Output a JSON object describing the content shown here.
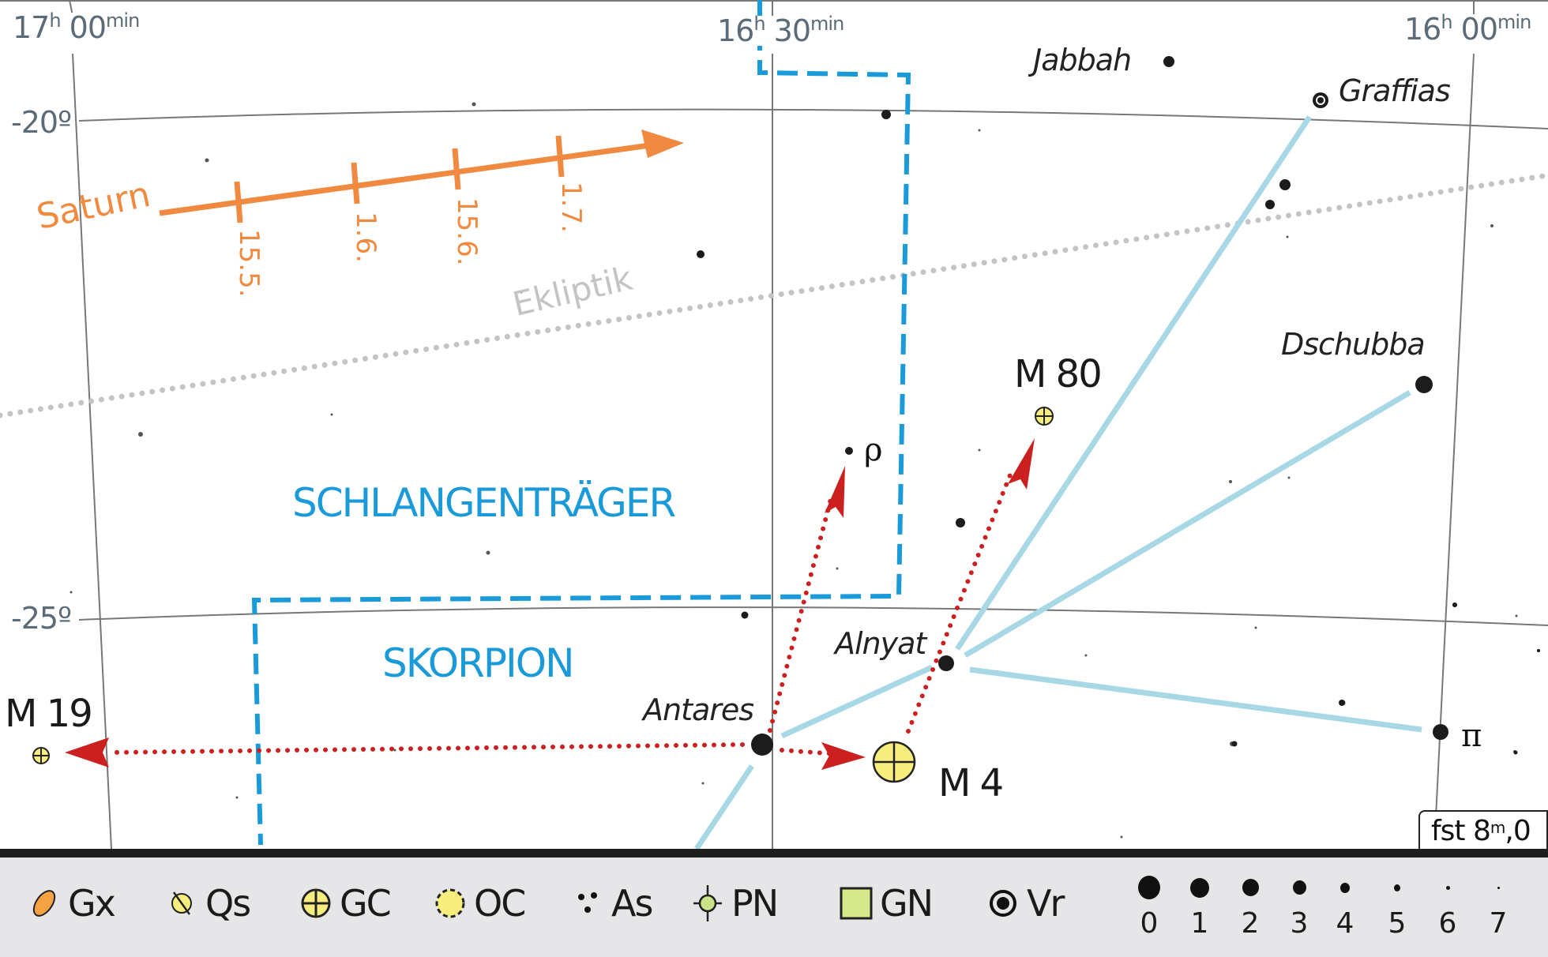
{
  "chart": {
    "title": "Sternkarte Skorpion / Schlangenträger",
    "ra_labels": [
      {
        "hours": "17",
        "h_sup": "h",
        "minutes": "00",
        "min_sup": "min"
      },
      {
        "hours": "16",
        "h_sup": "h",
        "minutes": "30",
        "min_sup": "min"
      },
      {
        "hours": "16",
        "h_sup": "h",
        "minutes": "00",
        "min_sup": "min"
      }
    ],
    "dec_labels": [
      "-20º",
      "-25º"
    ],
    "constellations": [
      "SCHLANGENTRÄGER",
      "SKORPION"
    ],
    "ecliptic_label": "Ekliptik",
    "saturn": {
      "label": "Saturn",
      "dates": [
        "15.5.",
        "1.6.",
        "15.6.",
        "1.7."
      ]
    },
    "stars": [
      {
        "name": "Jabbah",
        "mag": 4
      },
      {
        "name": "Graffias",
        "mag": 3,
        "variable": true
      },
      {
        "name": "Dschubba",
        "mag": 2
      },
      {
        "name": "Alnyat",
        "mag": 3
      },
      {
        "name": "Antares",
        "mag": 1
      },
      {
        "name": "ρ",
        "mag": 5
      },
      {
        "name": "π",
        "mag": 3
      }
    ],
    "objects": [
      {
        "name": "M 4",
        "type": "GC"
      },
      {
        "name": "M 80",
        "type": "GC"
      },
      {
        "name": "M 19",
        "type": "GC"
      }
    ],
    "limiting_magnitude": {
      "prefix": "fst 8",
      "sup": "m",
      "suffix": ",0"
    }
  },
  "legend": {
    "object_types": [
      {
        "code": "Gx",
        "icon": "galaxy-icon",
        "color": "#f5a342"
      },
      {
        "code": "Qs",
        "icon": "quasar-icon",
        "color": "#f7ee7e"
      },
      {
        "code": "GC",
        "icon": "globular-cluster-icon",
        "color": "#f7ee7e"
      },
      {
        "code": "OC",
        "icon": "open-cluster-icon",
        "color": "#f7ee7e"
      },
      {
        "code": "As",
        "icon": "asterism-icon",
        "color": "#111111"
      },
      {
        "code": "PN",
        "icon": "planetary-nebula-icon",
        "color": "#cde38a"
      },
      {
        "code": "GN",
        "icon": "galactic-nebula-icon",
        "color": "#d6e88c"
      },
      {
        "code": "Vr",
        "icon": "variable-star-icon",
        "color": "#111111"
      }
    ],
    "magnitudes": [
      "0",
      "1",
      "2",
      "3",
      "4",
      "5",
      "6",
      "7"
    ]
  },
  "colors": {
    "boundary": "#1a9ad8",
    "constellation_lines": "#a8d8e6",
    "saturn": "#f08a40",
    "pointer_arrows": "#cc1f1f",
    "ecliptic": "#c4c4c4",
    "grid": "#777777",
    "cluster_fill": "#f7ee7e"
  }
}
